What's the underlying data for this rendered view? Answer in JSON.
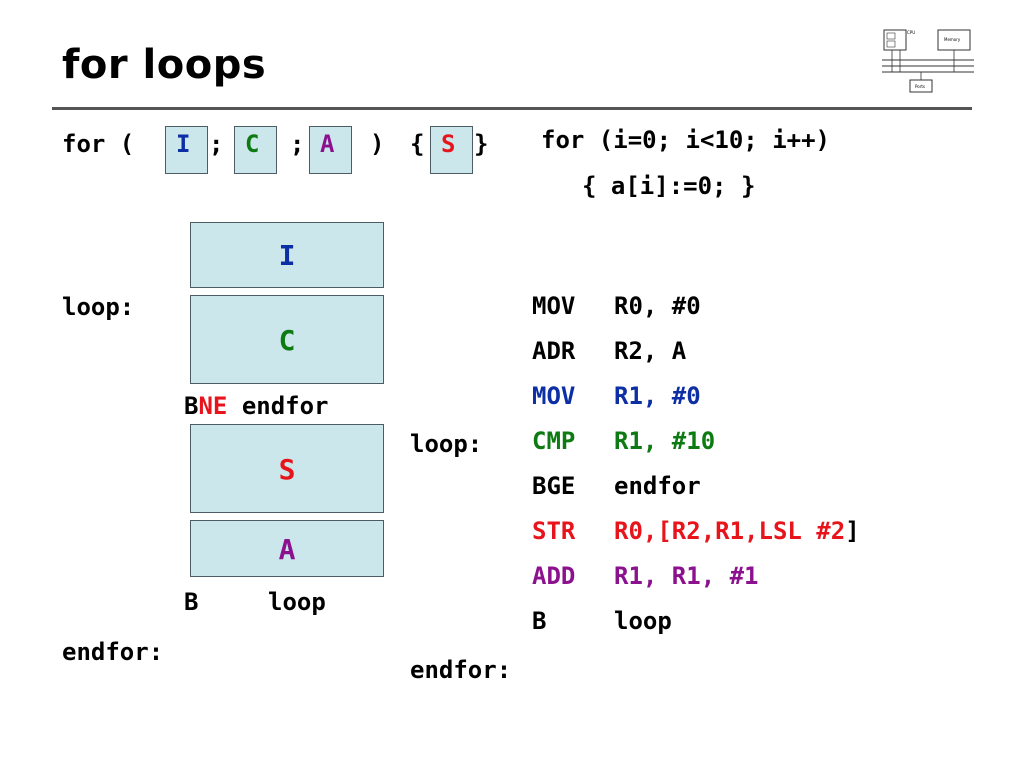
{
  "title": "for loops",
  "syntax": {
    "for_open": "for (",
    "I": "I",
    "sep1": ";",
    "C": "C",
    "sep2": ";",
    "A": "A",
    "close": ")",
    "brace_open": "{",
    "S": "S",
    "brace_close": "}"
  },
  "left_flow": {
    "box_I": "I",
    "loop_label": "loop:",
    "box_C": "C",
    "bne_b": "B",
    "bne_ne": "NE",
    "bne_target": "endfor",
    "box_S": "S",
    "box_A": "A",
    "b_op": "B",
    "b_target": "loop",
    "endfor_label": "endfor:"
  },
  "example": {
    "line1": "for (i=0; i<10; i++)",
    "line2": "{ a[i]:=0; }"
  },
  "asm": {
    "loop_label": "loop:",
    "endfor_label": "endfor:",
    "lines": [
      {
        "op": "MOV",
        "arg": "R0, #0",
        "color": "#000000"
      },
      {
        "op": "ADR",
        "arg": "R2, A",
        "color": "#000000"
      },
      {
        "op": "MOV",
        "arg": "R1, #0",
        "color": "#0d2fa6"
      },
      {
        "op": "CMP",
        "arg": "R1, #10",
        "color": "#0d7a12"
      },
      {
        "op": "BGE",
        "arg": "endfor",
        "color": "#000000"
      },
      {
        "op": "STR",
        "arg": "R0,[R2,R1,LSL #2",
        "arg_tail": "]",
        "color": "#e8141c"
      },
      {
        "op": "ADD",
        "arg": "R1, R1, #1",
        "color": "#8b118e"
      },
      {
        "op": "B",
        "arg": "loop",
        "color": "#000000"
      }
    ]
  },
  "colors": {
    "init": "#0d2fa6",
    "cond": "#0d7a12",
    "body": "#e8141c",
    "advance": "#8b118e",
    "box_fill": "#cbe7ec",
    "rule": "#555555"
  },
  "logo": {
    "cpu_label": "CPU",
    "memory_label": "Memory",
    "ports_label": "Ports"
  }
}
